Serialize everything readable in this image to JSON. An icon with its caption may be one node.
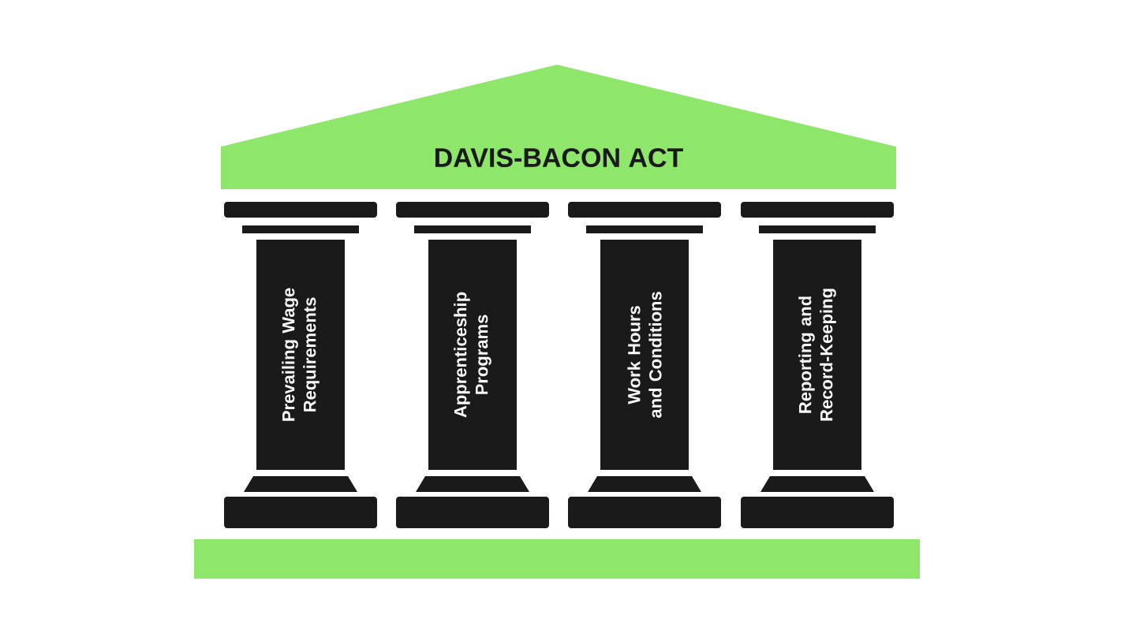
{
  "diagram": {
    "nodes": [
      {
        "text": [
          "DAVIS-BACON ACT"
        ]
      },
      {
        "text": [
          "Prevailing Wage Requirements"
        ]
      },
      {
        "text": [
          "Apprenticeship Programs"
        ]
      },
      {
        "text": [
          "Work Hours and Conditions"
        ]
      },
      {
        "text": [
          "Reporting and Record-Keeping"
        ]
      },
      {
        "text": [],
        "shape": "bar"
      }
    ]
  }
}
